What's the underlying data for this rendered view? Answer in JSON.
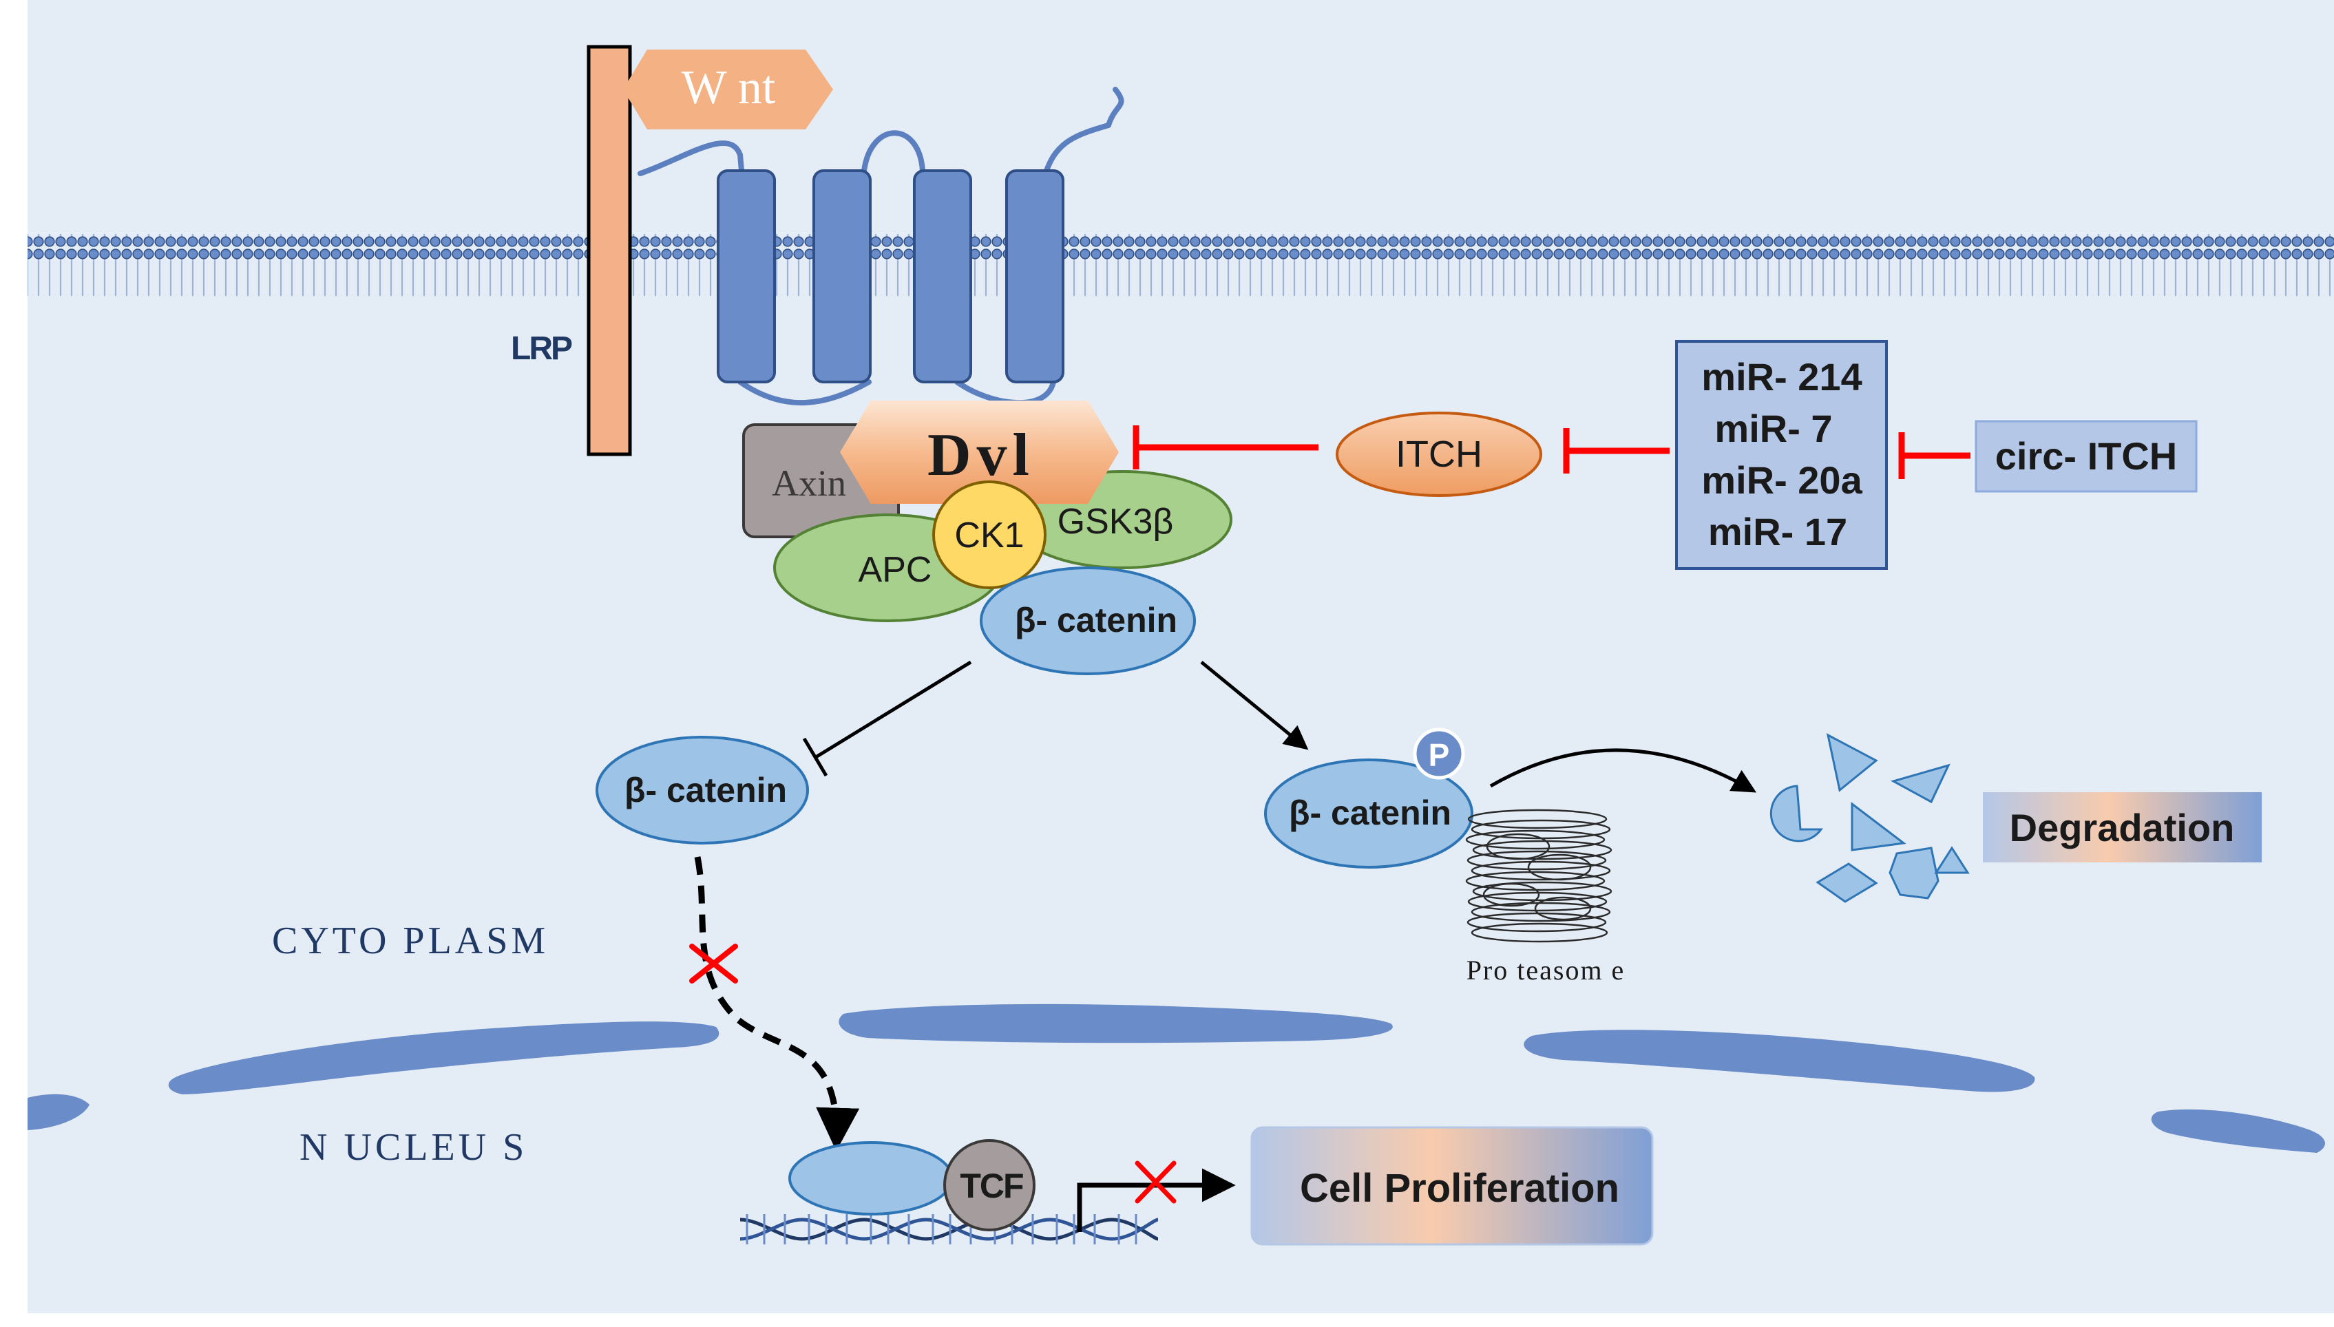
{
  "labels": {
    "wnt": "W nt",
    "lrp": "LRP",
    "dvl": "Dvl",
    "axin": "Axin",
    "ck1": "CK1",
    "gsk3b": "GSK3β",
    "apc": "APC",
    "beta_catenin_complex": "β- catenin",
    "itch": "ITCH",
    "mirna": [
      "miR- 214",
      "miR- 7",
      "miR- 20a",
      "miR- 17"
    ],
    "circ_itch": "circ- ITCH",
    "beta_catenin_free": "β- catenin",
    "beta_catenin_p": "β- catenin",
    "phospho": "P",
    "proteasome": "Pro teasom e",
    "degradation": "Degradation",
    "cytoplasm": "CYTO PLASM",
    "nucleus": "N UCLEU S",
    "tcf": "TCF",
    "cell_proliferation": "Cell Proliferation"
  },
  "colors": {
    "background": "#e4ecf6",
    "receptor_blue": "#6a8cc8",
    "lrp_orange": "#f4b089",
    "inhibition_red": "#ff0000",
    "apc_green": "#a8d08d",
    "ck1_yellow": "#ffd966",
    "axin_gray": "#a59d9d",
    "catenin_blue": "#9dc3e6",
    "itch_orange": "#f4b183",
    "text_navy": "#1f3864"
  }
}
